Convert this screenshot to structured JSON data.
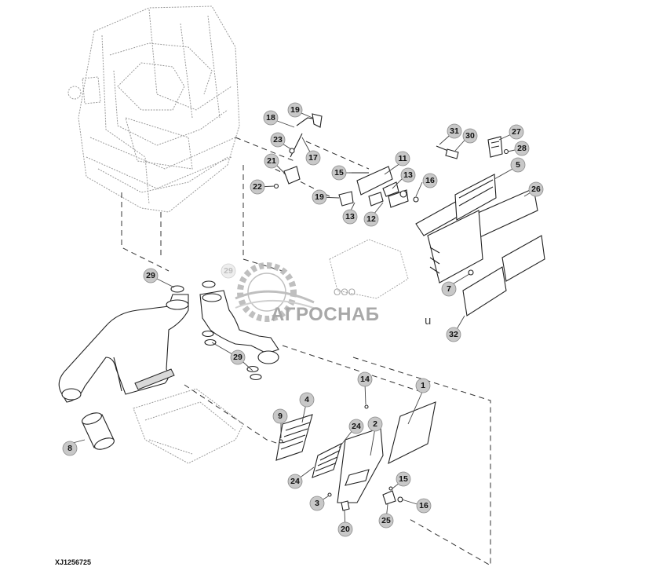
{
  "figure_code": "XJ1256725",
  "watermark": {
    "company_prefix": "ООО",
    "company_name": "АГРОСНАБ",
    "stray_mark": "u"
  },
  "callouts": [
    "1",
    "2",
    "3",
    "4",
    "5",
    "7",
    "8",
    "9",
    "11",
    "12",
    "13",
    "13",
    "14",
    "15",
    "15",
    "16",
    "16",
    "17",
    "18",
    "19",
    "19",
    "20",
    "21",
    "22",
    "23",
    "24",
    "24",
    "25",
    "26",
    "27",
    "28",
    "29",
    "29",
    "29",
    "30",
    "31",
    "32"
  ],
  "faint_callouts": [
    "29"
  ]
}
